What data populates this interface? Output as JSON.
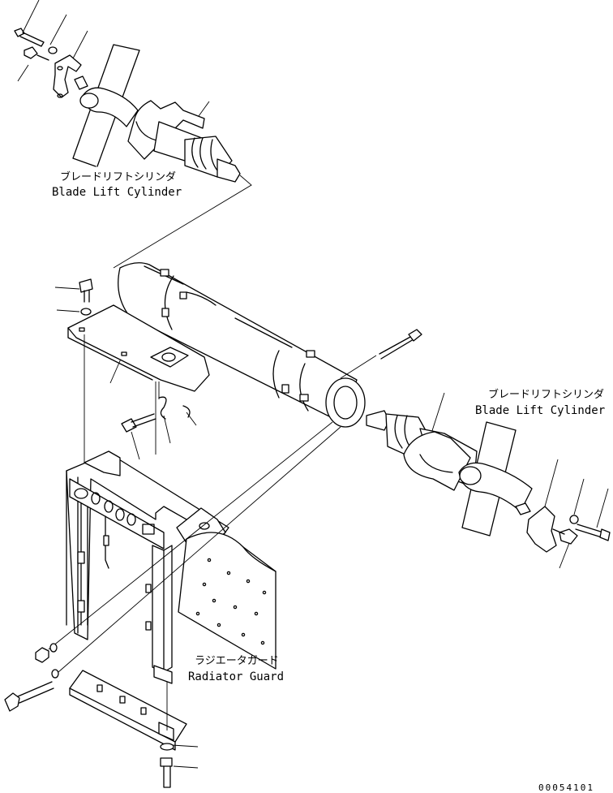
{
  "labels": {
    "cyl_top_jp": "ブレードリフトシリンダ",
    "cyl_top_en": "Blade Lift Cylinder",
    "cyl_right_jp": "ブレードリフトシリンダ",
    "cyl_right_en": "Blade Lift Cylinder",
    "guard_jp": "ラジエータガード",
    "guard_en": "Radiator Guard"
  },
  "drawing_code": "00054101"
}
